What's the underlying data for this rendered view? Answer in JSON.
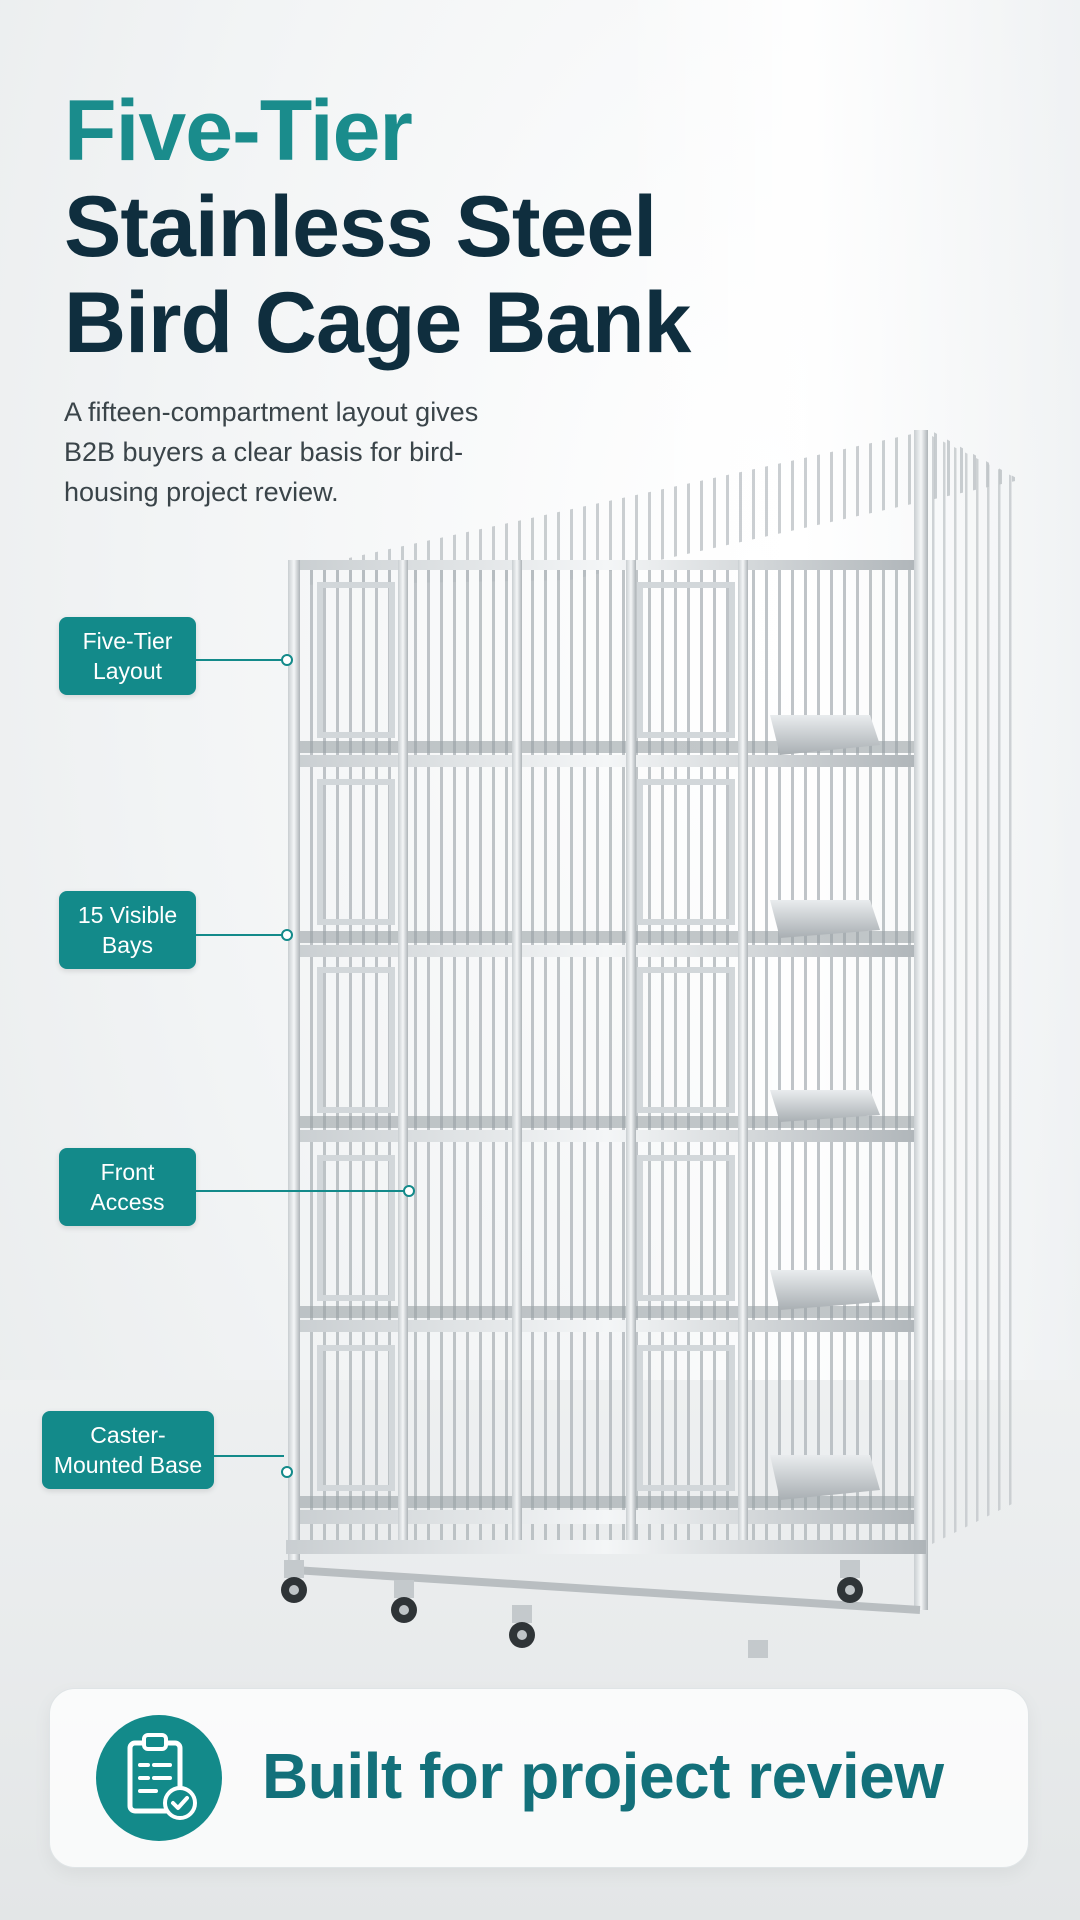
{
  "headline": {
    "line1": "Five-Tier",
    "line2": "Stainless Steel",
    "line3": "Bird Cage Bank"
  },
  "subtitle": "A fifteen-compartment layout gives B2B buyers a clear basis for bird-housing project review.",
  "callouts": [
    {
      "label": "Five-Tier Layout"
    },
    {
      "label": "15 Visible Bays"
    },
    {
      "label": "Front Access"
    },
    {
      "label": "Caster-Mounted Base"
    }
  ],
  "banner": {
    "text": "Built for project review",
    "icon": "clipboard-check-icon"
  },
  "colors": {
    "accent": "#138a8a",
    "headline_accent": "#1a8c8c",
    "headline_dark": "#0f2e3e",
    "banner_text": "#13707a"
  }
}
